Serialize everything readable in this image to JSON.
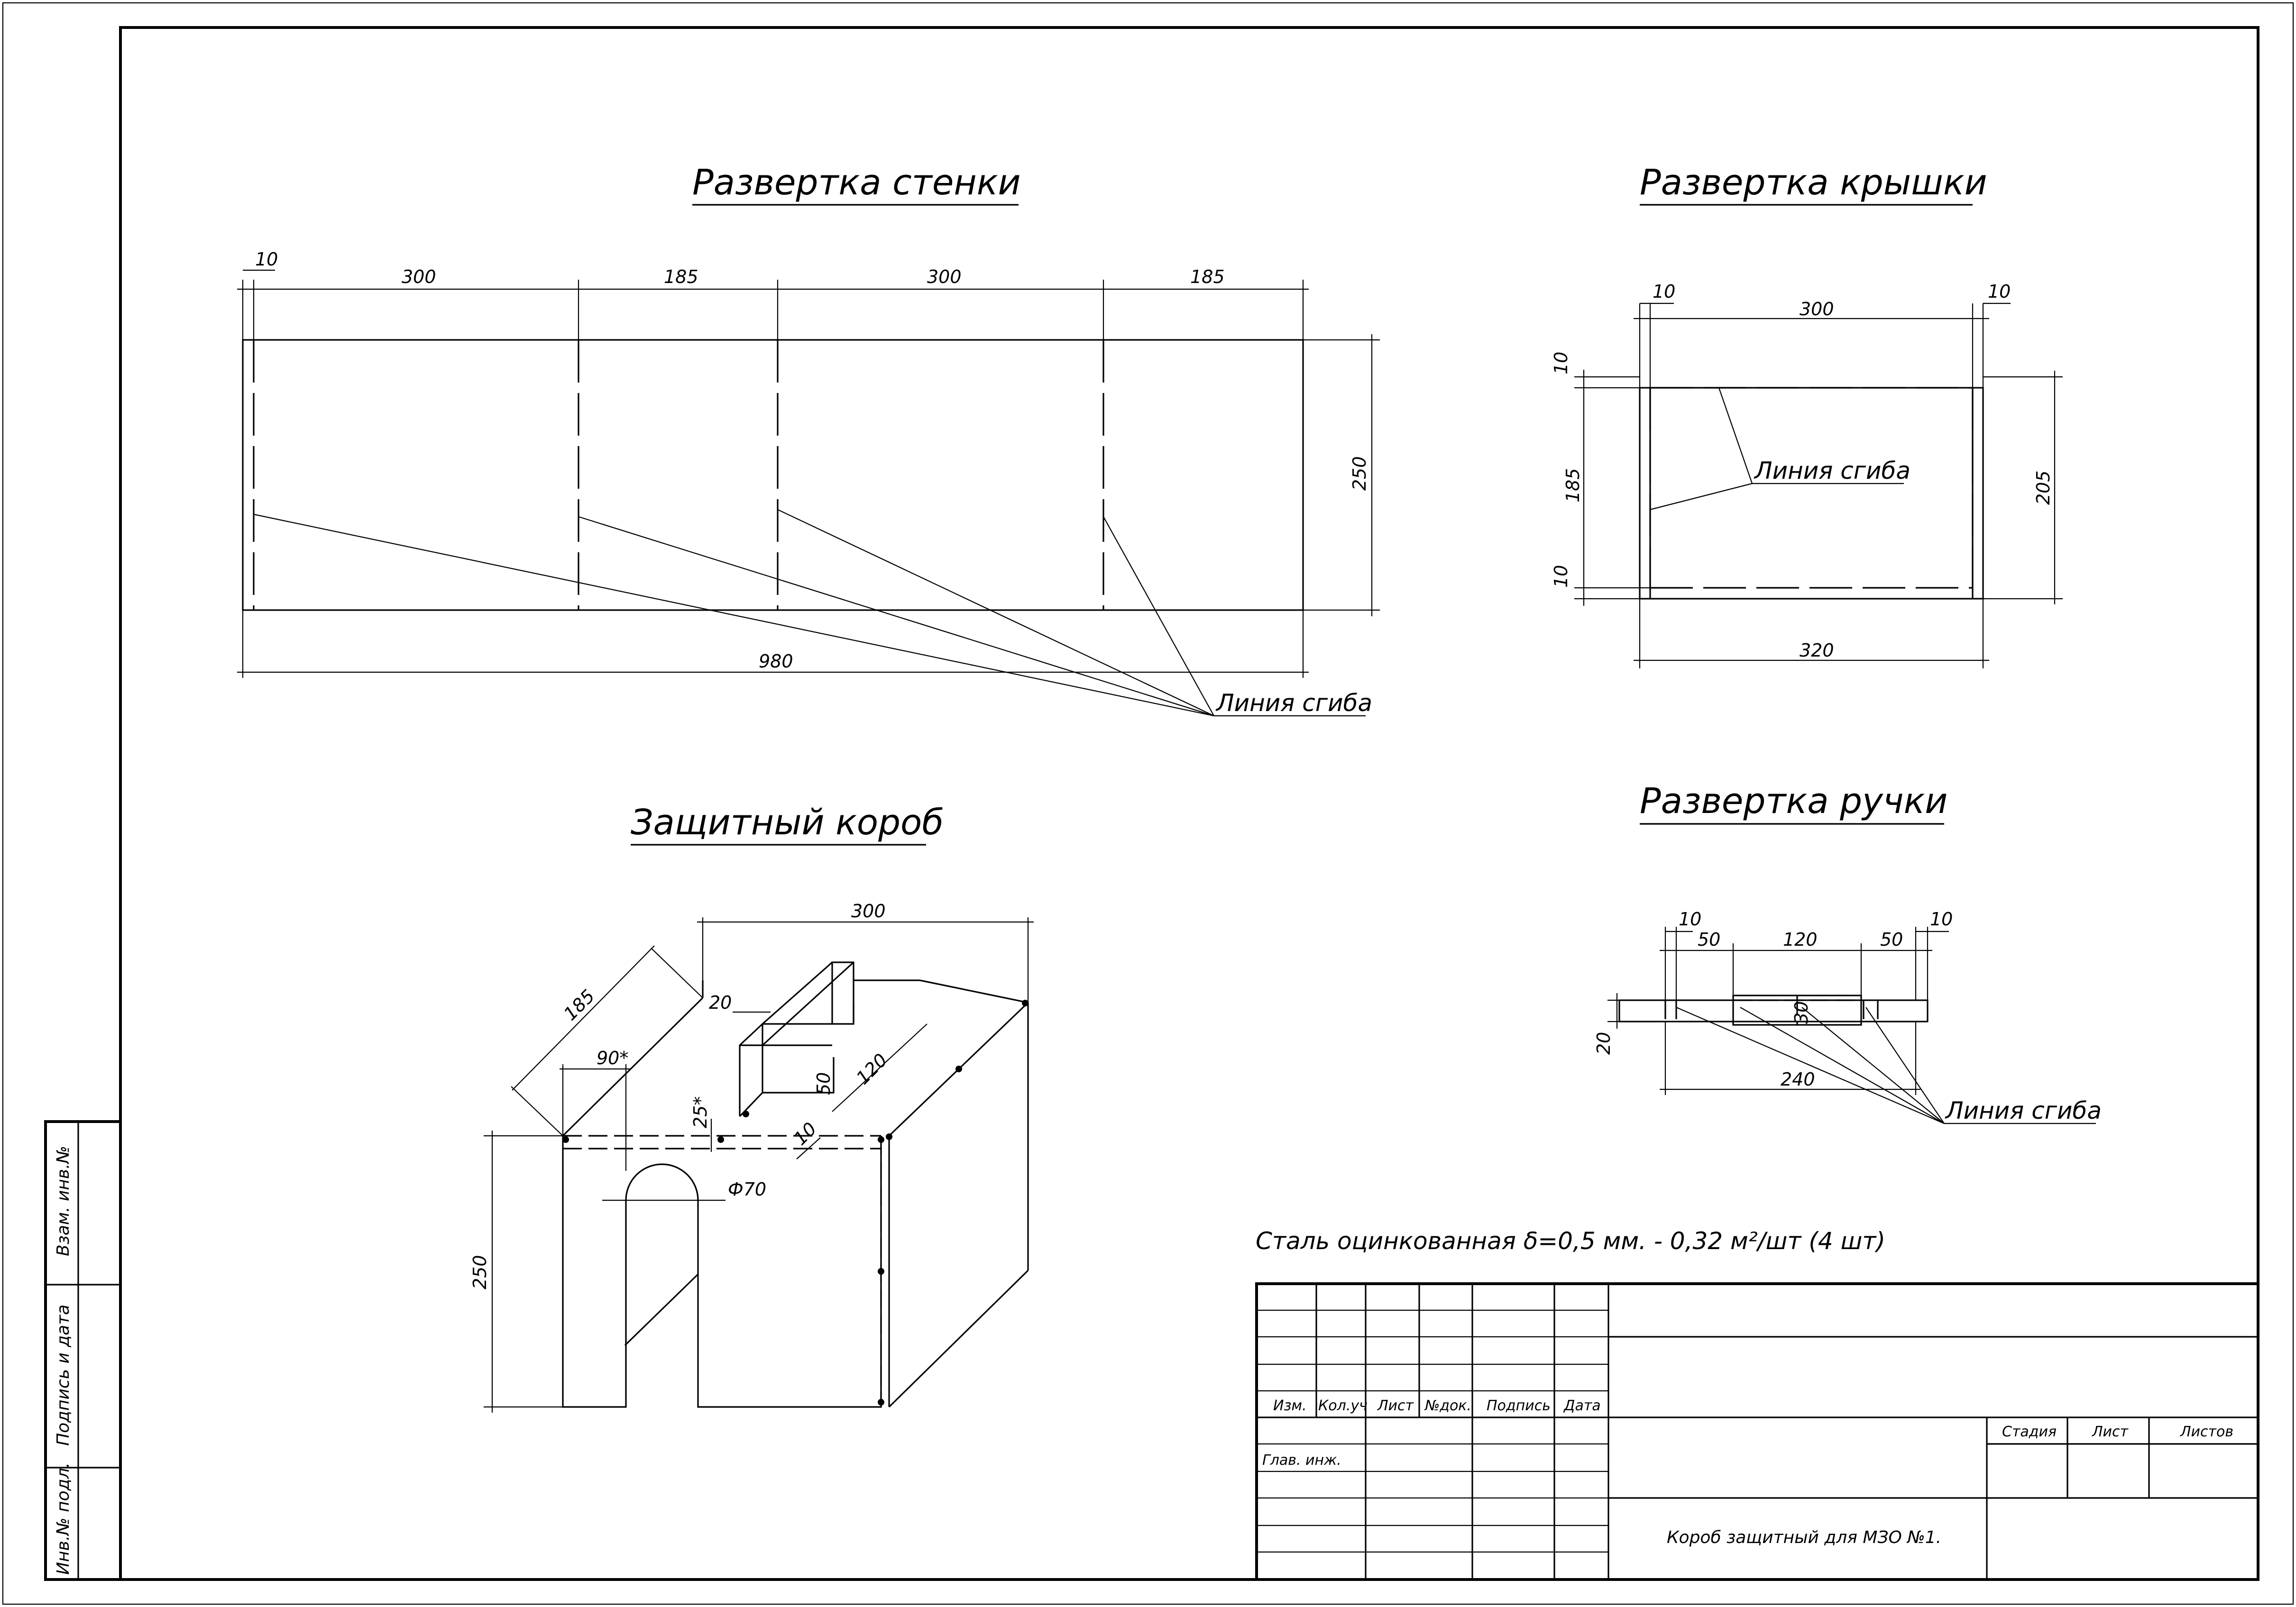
{
  "views": {
    "wall": {
      "title": "Развертка стенки",
      "dims": {
        "tab": "10",
        "seg1": "300",
        "seg2": "185",
        "seg3": "300",
        "seg4": "185",
        "height": "250",
        "total": "980"
      },
      "callout": "Линия сгиба"
    },
    "lid": {
      "title": "Развертка крышки",
      "dims": {
        "left": "10",
        "width": "300",
        "right": "10",
        "top": "10",
        "mid": "185",
        "bottom": "10",
        "outer_h": "205",
        "outer_w": "320"
      },
      "callout": "Линия сгиба"
    },
    "box": {
      "title": "Защитный короб",
      "dims": {
        "len": "300",
        "depth": "185",
        "cut": "90*",
        "slot": "25*",
        "handle_w": "20",
        "handle_h": "50",
        "handle_l": "120",
        "tab": "10",
        "height": "250",
        "hole": "Ф70"
      }
    },
    "handle": {
      "title": "Развертка ручки",
      "dims": {
        "t1": "10",
        "s1": "50",
        "mid": "120",
        "s2": "50",
        "t2": "10",
        "slot_h": "30",
        "width": "20",
        "total": "240"
      },
      "callout": "Линия сгиба"
    }
  },
  "material_note": "Сталь оцинкованная δ=0,5 мм. - 0,32 м²/шт (4 шт)",
  "title_block": {
    "cols": [
      "Изм.",
      "Кол.уч",
      "Лист",
      "№док.",
      "Подпись",
      "Дата"
    ],
    "role": "Глав. инж.",
    "stage_cols": [
      "Стадия",
      "Лист",
      "Листов"
    ],
    "doc_name": "Короб защитный для МЗО №1."
  },
  "side_stamp": [
    "Взам. инв.№",
    "Подпись и дата",
    "Инв.№ подл."
  ]
}
